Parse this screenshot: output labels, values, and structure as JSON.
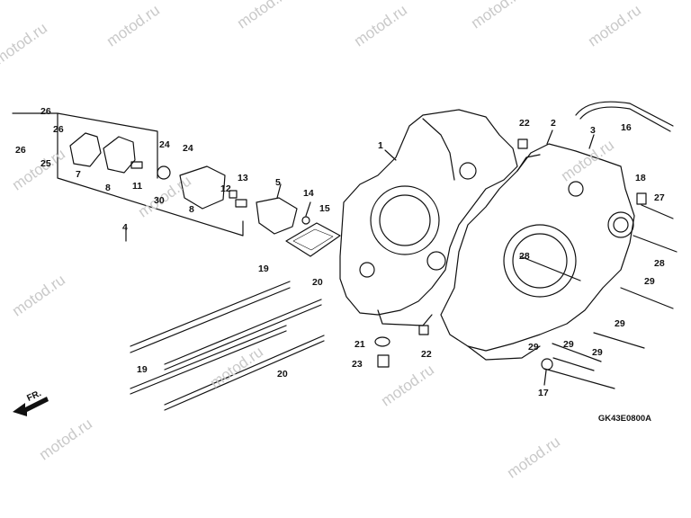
{
  "watermark": "motod.ru",
  "diagram_code": "GK43E0800A",
  "front_marker": "FR.",
  "callouts": [
    "1",
    "2",
    "3",
    "4",
    "5",
    "7",
    "8",
    "8",
    "11",
    "12",
    "13",
    "14",
    "15",
    "16",
    "17",
    "18",
    "19",
    "19",
    "20",
    "20",
    "21",
    "22",
    "22",
    "23",
    "24",
    "24",
    "25",
    "26",
    "26",
    "26",
    "27",
    "28",
    "28",
    "29",
    "29",
    "29",
    "29",
    "29",
    "30"
  ]
}
